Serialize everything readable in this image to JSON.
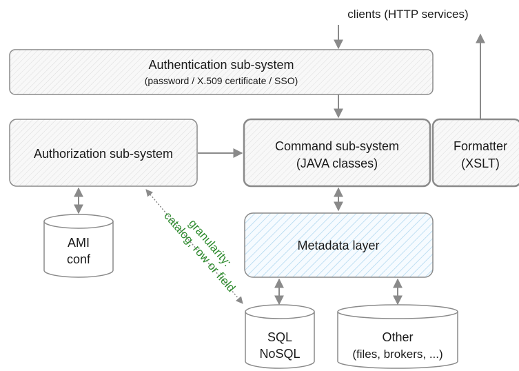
{
  "clients_label": "clients (HTTP services)",
  "authentication": {
    "title": "Authentication sub-system",
    "subtitle": "(password / X.509 certificate / SSO)"
  },
  "authorization": {
    "title": "Authorization sub-system"
  },
  "command": {
    "title": "Command sub-system",
    "subtitle": "(JAVA classes)"
  },
  "formatter": {
    "title": "Formatter",
    "subtitle": "(XSLT)"
  },
  "metadata": {
    "title": "Metadata layer"
  },
  "ami_db": {
    "line1": "AMI",
    "line2": "conf"
  },
  "sql_db": {
    "line1": "SQL",
    "line2": "NoSQL"
  },
  "other_db": {
    "line1": "Other",
    "line2": "(files, brokers, ...)"
  },
  "granularity": {
    "line1": "granularity:",
    "line2": "catalog, row or field"
  },
  "colors": {
    "stroke": "#8a8a8a",
    "box_fill": "#f7f7f7",
    "metadata_hatch": "#a9d4ee",
    "granularity_text": "#2e8b2e"
  }
}
